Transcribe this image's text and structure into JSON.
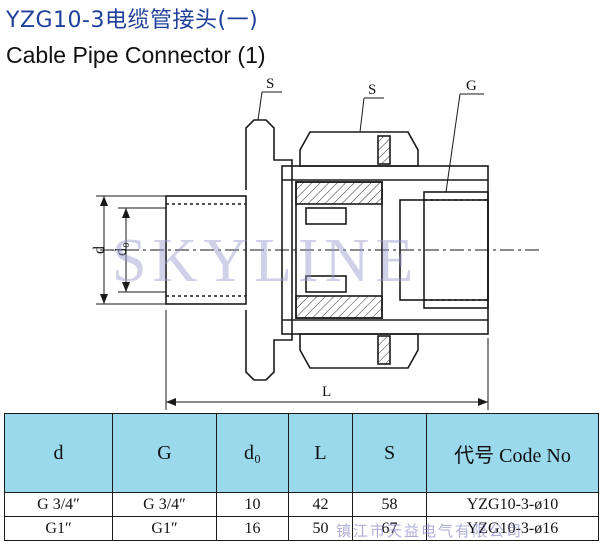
{
  "header": {
    "title_cn": "YZG10-3电缆管接头(一)",
    "title_en": "Cable Pipe Connector (1)"
  },
  "drawing": {
    "label_s1": "S",
    "label_s2": "S",
    "label_g": "G",
    "label_d": "d",
    "label_d0": "d₀",
    "label_l": "L"
  },
  "watermark": "SKYLINE",
  "table": {
    "headers": [
      "d",
      "G",
      "d₀",
      "L",
      "S",
      "代号 Code No"
    ],
    "rows": [
      [
        "G 3/4″",
        "G 3/4″",
        "10",
        "42",
        "58",
        "YZG10-3-ø10"
      ],
      [
        "G1″",
        "G1″",
        "16",
        "50",
        "67",
        "YZG10-3-ø16"
      ]
    ]
  },
  "company_watermark": "镇江市天益电气有限公司",
  "colors": {
    "title": "#1f3f9a",
    "table_header_bg": "#9ad8ec",
    "watermark": "#9696cd"
  }
}
